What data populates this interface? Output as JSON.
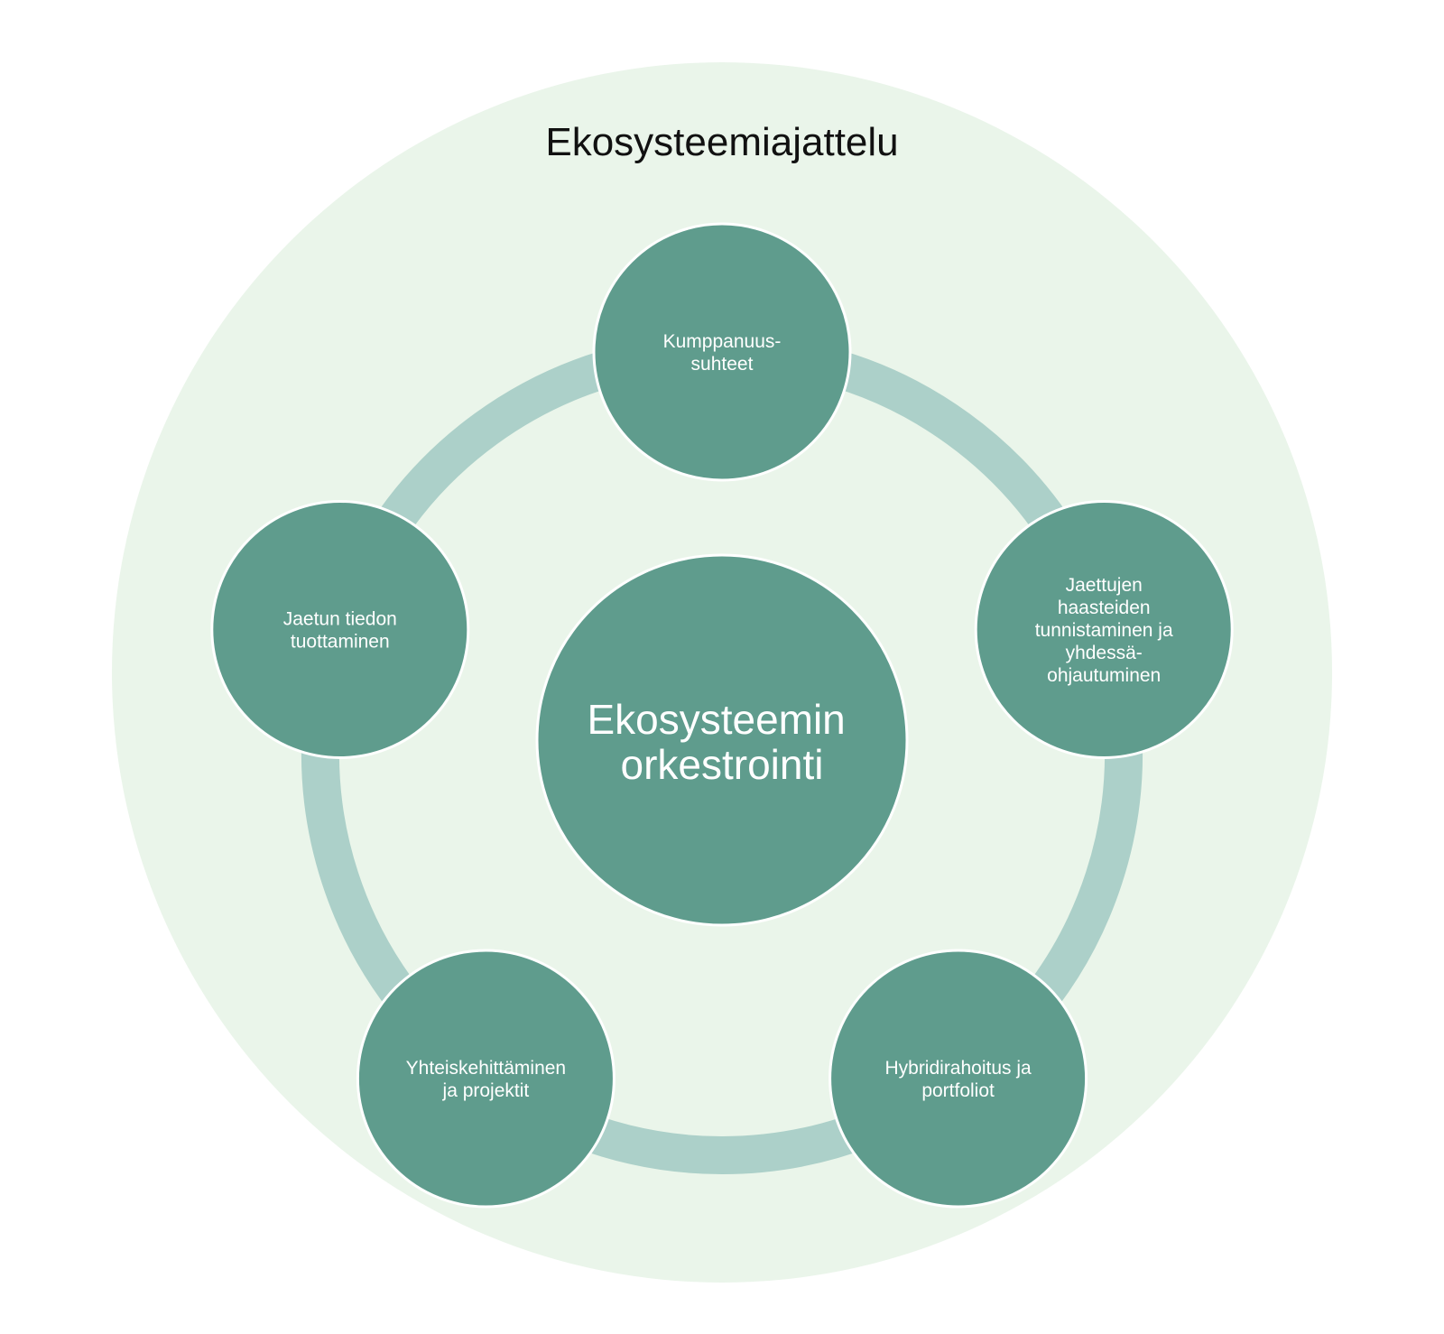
{
  "diagram": {
    "title": "Ekosysteemiajattelu",
    "center": {
      "lines": [
        "Ekosysteemin",
        "orkestrointi"
      ]
    },
    "nodes": [
      {
        "id": "kumppanuussuhteet",
        "lines": [
          "Kumppanuus-",
          "suhteet"
        ]
      },
      {
        "id": "jaettujen-haasteiden",
        "lines": [
          "Jaettujen",
          "haasteiden",
          "tunnistaminen ja",
          "yhdessä-",
          "ohjautuminen"
        ]
      },
      {
        "id": "hybridirahoitus",
        "lines": [
          "Hybridirahoitus ja",
          "portfoliot"
        ]
      },
      {
        "id": "yhteiskehittaminen",
        "lines": [
          "Yhteiskehittäminen",
          "ja projektit"
        ]
      },
      {
        "id": "jaetun-tiedon",
        "lines": [
          "Jaetun tiedon",
          "tuottaminen"
        ]
      }
    ],
    "colors": {
      "outer_background": "#eaf5ea",
      "ring": "#acd0c9",
      "node_fill": "#5f9c8d",
      "node_stroke": "#ffffff",
      "node_text": "#ffffff",
      "title_text": "#111111"
    }
  }
}
